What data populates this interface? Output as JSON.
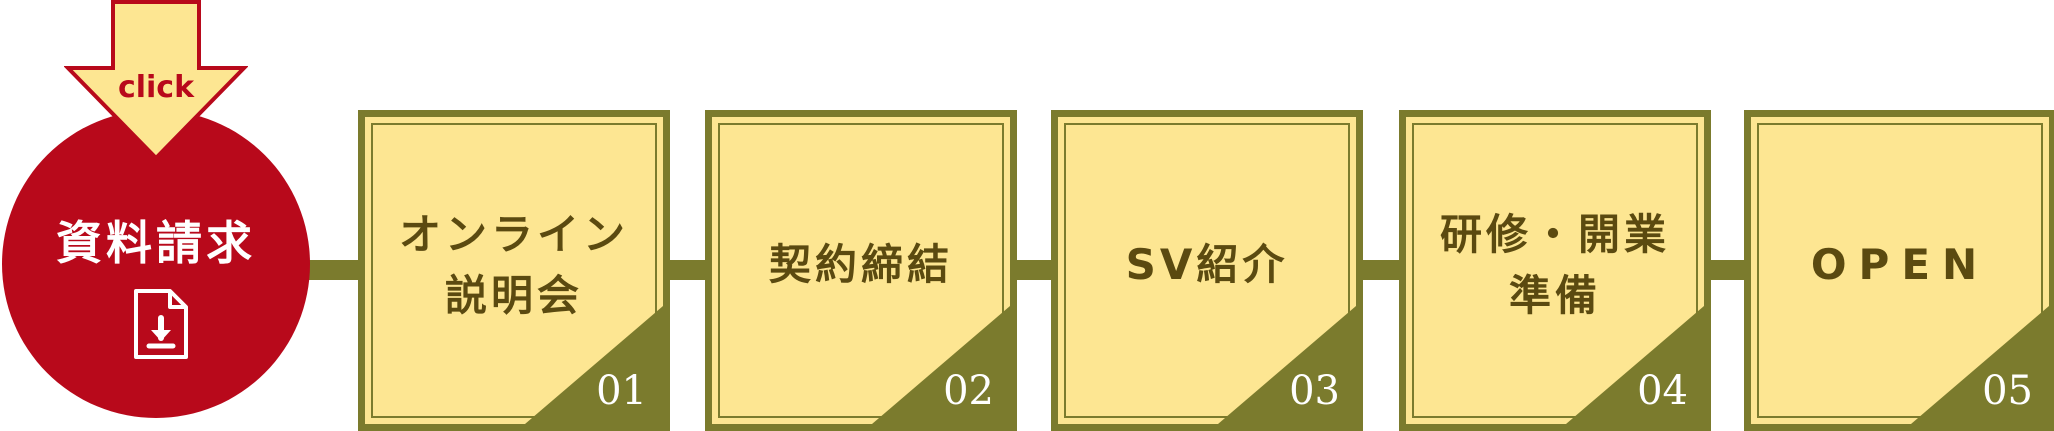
{
  "request": {
    "label": "資料請求",
    "click_label": "click",
    "icon": "document-download-icon"
  },
  "steps": [
    {
      "lines": [
        "オンライン",
        "説明会"
      ],
      "number": "01"
    },
    {
      "lines": [
        "契約締結"
      ],
      "number": "02"
    },
    {
      "lines": [
        "SV紹介"
      ],
      "number": "03"
    },
    {
      "lines": [
        "研修・開業",
        "準備"
      ],
      "number": "04"
    },
    {
      "lines": [
        "OPEN"
      ],
      "number": "05"
    }
  ],
  "colors": {
    "red": "#b8091b",
    "olive": "#7b7b2d",
    "cream": "#fde692",
    "arrow_fill": "#fde692",
    "text": "#5b4a10"
  }
}
